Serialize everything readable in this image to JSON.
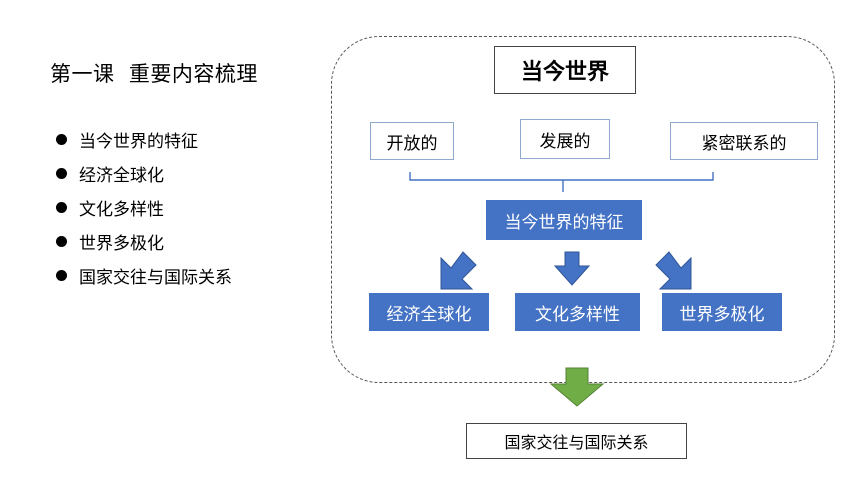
{
  "lesson_title": "第一课  重要内容梳理",
  "bullets": [
    "当今世界的特征",
    "经济全球化",
    "文化多样性",
    "世界多极化",
    "国家交往与国际关系"
  ],
  "diagram": {
    "top_label": "当今世界",
    "characteristics": [
      "开放的",
      "发展的",
      "紧密联系的"
    ],
    "center_label": "当今世界的特征",
    "trends": [
      "经济全球化",
      "文化多样性",
      "世界多极化"
    ],
    "result_label": "国家交往与国际关系"
  },
  "colors": {
    "box_blue": "#4472c4",
    "down_arrow_green": "#70ad47",
    "outline_blue": "#8fa9cf"
  }
}
